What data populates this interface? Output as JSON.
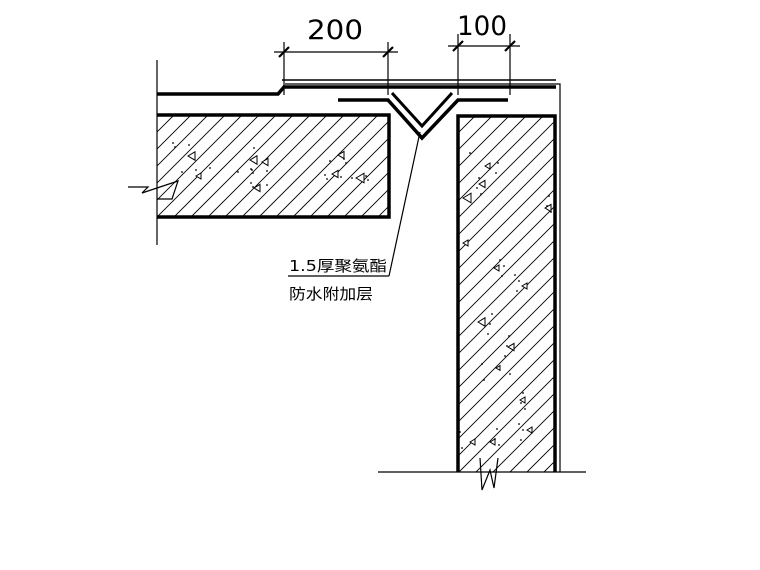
{
  "dimensions": {
    "left_width": "200",
    "right_width": "100"
  },
  "annotation": {
    "line1": "1.5厚聚氨酯",
    "line2": "防水附加层"
  },
  "colors": {
    "line": "#000000",
    "background": "#ffffff"
  }
}
